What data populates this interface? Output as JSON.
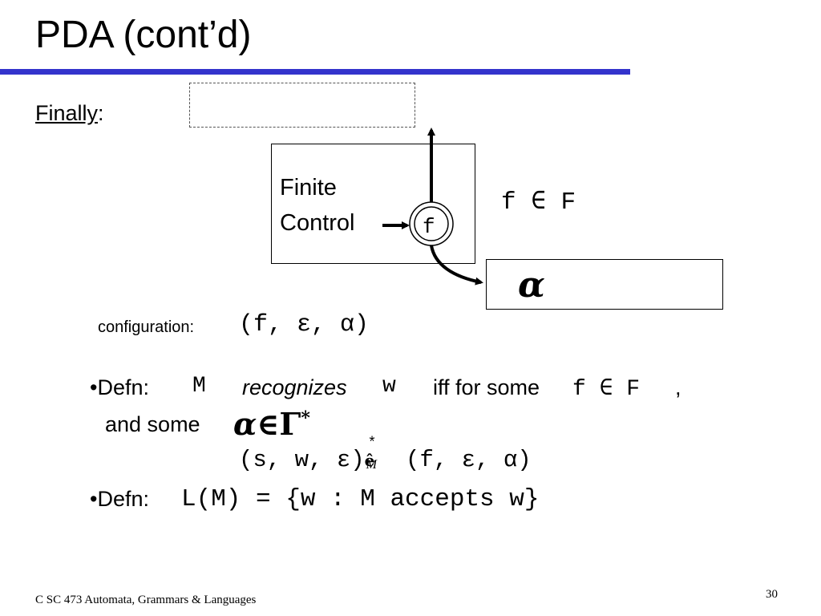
{
  "slide": {
    "title": "PDA (cont’d)",
    "finally_word": "Finally",
    "finally_colon": ":",
    "finite_control_line1": "Finite",
    "finite_control_line2": "Control",
    "accept_condition": "f ∈ F",
    "stack_symbol": "α",
    "state_label": "f",
    "config_label": "configuration:",
    "config_tuple": "(f, ε, α)",
    "bullet1_prefix": "•Defn:",
    "bullet1_M": "M",
    "bullet1_recognizes": "recognizes",
    "bullet1_w": "w",
    "bullet1_iff": "iff for some",
    "bullet1_fF": "f ∈ F",
    "bullet1_comma": ",",
    "bullet2_text": "and some",
    "bullet2_alpha": "α",
    "bullet2_rest": "∈Γ",
    "bullet2_star": "*",
    "derivation_left": "(s, w, ε)",
    "derivation_symbol": "ê",
    "derivation_star": "*",
    "derivation_sub": "M",
    "derivation_right": " (f, ε, α)",
    "bullet3_prefix": "•Defn:",
    "bullet3_expr": "L(M) = {w : M accepts w}",
    "footer": "C SC 473 Automata, Grammars & Languages",
    "page_number": "30"
  },
  "colors": {
    "title_rule": "#3333cc"
  }
}
